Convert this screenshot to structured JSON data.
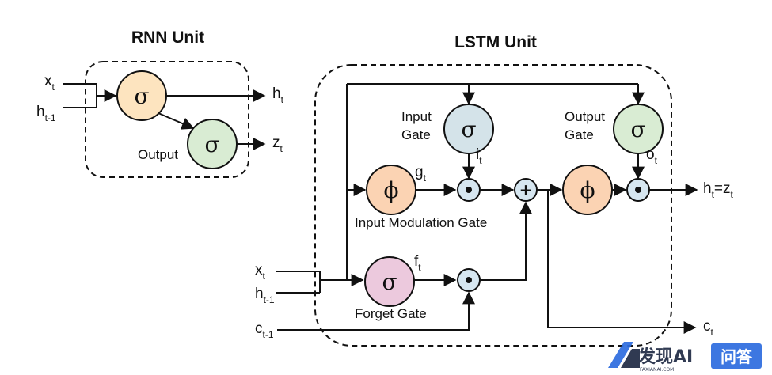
{
  "rnn": {
    "title": "RNN Unit",
    "input_x": "x",
    "input_x_sub": "t",
    "input_h": "h",
    "input_h_sub": "t-1",
    "sigma": "σ",
    "output_label": "Output",
    "output_sigma": "σ",
    "out_h": "h",
    "out_h_sub": "t",
    "out_z": "z",
    "out_z_sub": "t"
  },
  "lstm": {
    "title": "LSTM Unit",
    "input_gate_label_1": "Input",
    "input_gate_label_2": "Gate",
    "input_gate_symbol": "σ",
    "input_gate_out": "i",
    "input_gate_out_sub": "t",
    "output_gate_label_1": "Output",
    "output_gate_label_2": "Gate",
    "output_gate_symbol": "σ",
    "output_gate_out": "o",
    "output_gate_out_sub": "t",
    "mod_gate_symbol": "ϕ",
    "mod_gate_out": "g",
    "mod_gate_out_sub": "t",
    "mod_gate_label": "Input Modulation Gate",
    "tanh_symbol": "ϕ",
    "forget_gate_symbol": "σ",
    "forget_gate_out": "f",
    "forget_gate_out_sub": "t",
    "forget_gate_label": "Forget Gate",
    "mult_symbol": "•",
    "plus_symbol": "+",
    "in_x": "x",
    "in_x_sub": "t",
    "in_h": "h",
    "in_h_sub": "t-1",
    "in_c": "c",
    "in_c_sub": "t-1",
    "out_hz": "h",
    "out_hz_sub1": "t",
    "out_hz_eq": "=z",
    "out_hz_sub2": "t",
    "out_c": "c",
    "out_c_sub": "t"
  },
  "watermark": {
    "logo_text": "AI",
    "brand": "发现AI",
    "brand_sub": "FAXIANAI.COM",
    "qa": "问答"
  },
  "colors": {
    "sigma_orange": "#fde4bf",
    "output_green": "#d9ecd3",
    "input_gate_blue": "#d4e3e9",
    "forget_pink": "#ecc9dd",
    "phi_orange": "#fbd3b3",
    "mult_blue": "#d6e6f0",
    "brand_dark": "#1f2a44",
    "brand_blue": "#2d6cdf"
  }
}
